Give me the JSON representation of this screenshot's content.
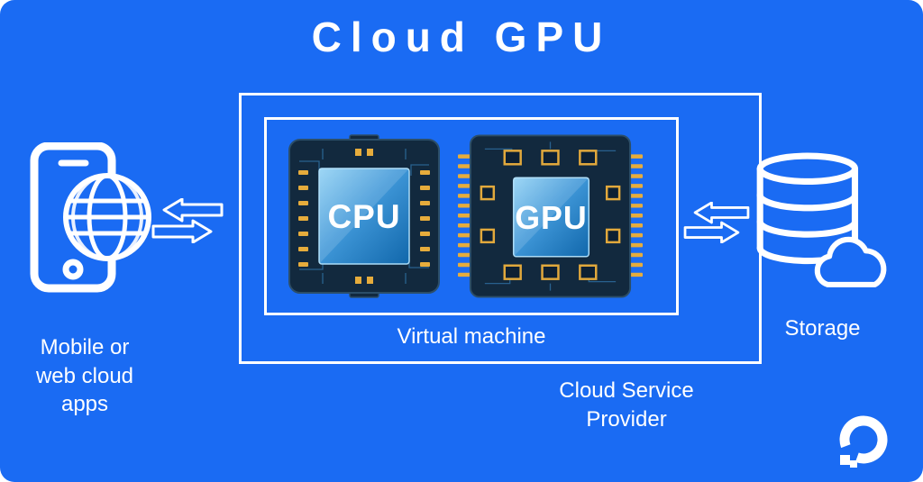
{
  "title": "Cloud GPU",
  "colors": {
    "background": "#1a6bf3",
    "outline_white": "#ffffff",
    "chip_body": "#12293e",
    "chip_pins_gold": "#e6ac3c",
    "chip_core_light": "#8ed0f4",
    "chip_core_dark": "#1167ab"
  },
  "left_group": {
    "icon": "smartphone-globe-icon",
    "label": "Mobile or\nweb cloud\napps"
  },
  "arrows": {
    "left": "bidirectional-arrow-icon",
    "right": "bidirectional-arrow-icon"
  },
  "provider_box": {
    "label": "Cloud Service\nProvider",
    "vm_box": {
      "label": "Virtual machine",
      "chips": [
        {
          "id": "cpu-chip",
          "label": "CPU"
        },
        {
          "id": "gpu-chip",
          "label": "GPU"
        }
      ]
    }
  },
  "right_group": {
    "icon": "database-cloud-icon",
    "label": "Storage"
  },
  "brand": {
    "logo": "digitalocean-logo"
  }
}
